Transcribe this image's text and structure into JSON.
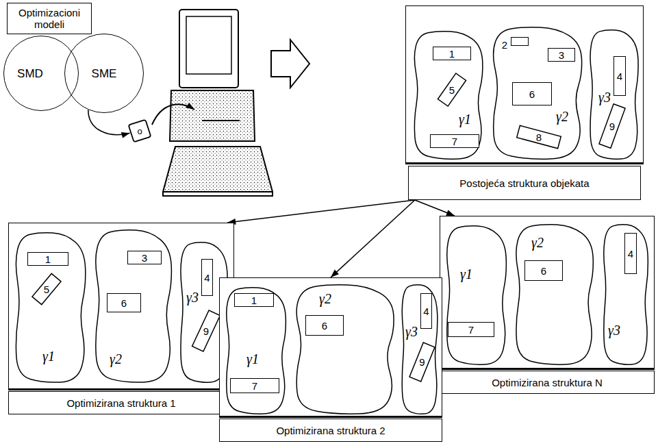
{
  "diagram": {
    "nodes": [
      {
        "text": [
          "Optimizacioni modeli"
        ]
      },
      {
        "text": [
          "SMD"
        ]
      },
      {
        "text": [
          "SME"
        ]
      },
      {
        "text": [
          "o"
        ]
      },
      {
        "text": [
          "Postojeća struktura objekata"
        ]
      },
      {
        "text": [
          "γ1"
        ],
        "in": 4
      },
      {
        "text": [
          "1"
        ],
        "in": 5
      },
      {
        "text": [
          "5"
        ],
        "in": 5
      },
      {
        "text": [
          "7"
        ],
        "in": 5
      },
      {
        "text": [
          "γ2"
        ],
        "in": 4
      },
      {
        "text": [
          "2"
        ],
        "in": 9
      },
      {
        "text": [
          "3"
        ],
        "in": 9
      },
      {
        "text": [
          "6"
        ],
        "in": 9
      },
      {
        "text": [
          "8"
        ],
        "in": 9
      },
      {
        "text": [
          "γ3"
        ],
        "in": 4
      },
      {
        "text": [
          "4"
        ],
        "in": 14
      },
      {
        "text": [
          "9"
        ],
        "in": 14
      },
      {
        "text": [
          "Optimizirana struktura 1"
        ]
      },
      {
        "text": [
          "γ1"
        ],
        "in": 17
      },
      {
        "text": [
          "1"
        ],
        "in": 18
      },
      {
        "text": [
          "5"
        ],
        "in": 18
      },
      {
        "text": [
          "γ2"
        ],
        "in": 17
      },
      {
        "text": [
          "3"
        ],
        "in": 21
      },
      {
        "text": [
          "6"
        ],
        "in": 21
      },
      {
        "text": [
          "γ3"
        ],
        "in": 17
      },
      {
        "text": [
          "4"
        ],
        "in": 24
      },
      {
        "text": [
          "9"
        ],
        "in": 24
      },
      {
        "text": [
          "Optimizirana struktura 2"
        ]
      },
      {
        "text": [
          "γ1"
        ],
        "in": 27
      },
      {
        "text": [
          "1"
        ],
        "in": 28
      },
      {
        "text": [
          "7"
        ],
        "in": 28
      },
      {
        "text": [
          "γ2"
        ],
        "in": 27
      },
      {
        "text": [
          "6"
        ],
        "in": 31
      },
      {
        "text": [
          "γ3"
        ],
        "in": 27
      },
      {
        "text": [
          "4"
        ],
        "in": 33
      },
      {
        "text": [
          "9"
        ],
        "in": 33
      },
      {
        "text": [
          "Optimizirana struktura N"
        ]
      },
      {
        "text": [
          "γ1"
        ],
        "in": 36
      },
      {
        "text": [
          "7"
        ],
        "in": 37
      },
      {
        "text": [
          "γ2"
        ],
        "in": 36
      },
      {
        "text": [
          "6"
        ],
        "in": 39
      },
      {
        "text": [
          "γ3"
        ],
        "in": 36
      },
      {
        "text": [
          "4"
        ],
        "in": 41
      }
    ],
    "edges": [
      {
        "from": 2,
        "to": 3,
        "arrow": "to"
      },
      {
        "from": 4,
        "to": 17,
        "arrow": "to"
      },
      {
        "from": 4,
        "to": 27,
        "arrow": "to"
      },
      {
        "from": 4,
        "to": 36,
        "arrow": "to"
      }
    ]
  }
}
